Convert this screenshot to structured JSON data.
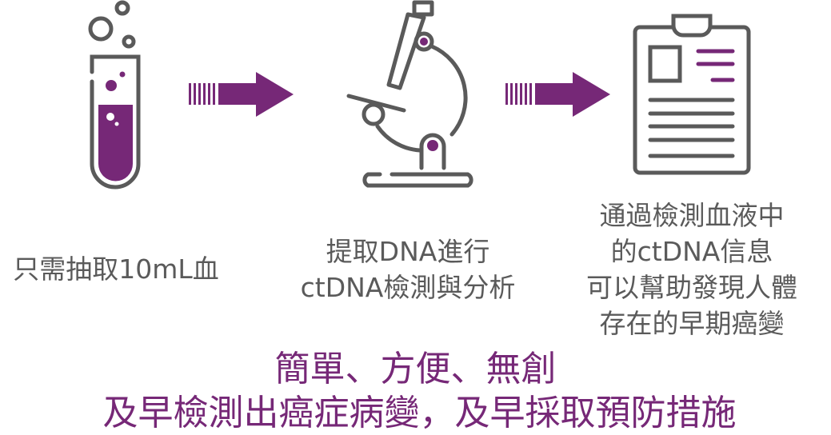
{
  "colors": {
    "accent": "#762877",
    "icon_gray": "#5a5a5a"
  },
  "steps": [
    {
      "icon": "test-tube-icon",
      "lines": [
        "只需抽取10mL血"
      ]
    },
    {
      "icon": "microscope-icon",
      "lines": [
        "提取DNA進行",
        "ctDNA檢測與分析"
      ]
    },
    {
      "icon": "clipboard-report-icon",
      "lines": [
        "通過檢測血液中",
        "的ctDNA信息",
        "可以幫助發現人體",
        "存在的早期癌變"
      ]
    }
  ],
  "headline": {
    "line1": "簡單、方便、無創",
    "line2": "及早檢測出癌症病變，及早採取預防措施"
  }
}
